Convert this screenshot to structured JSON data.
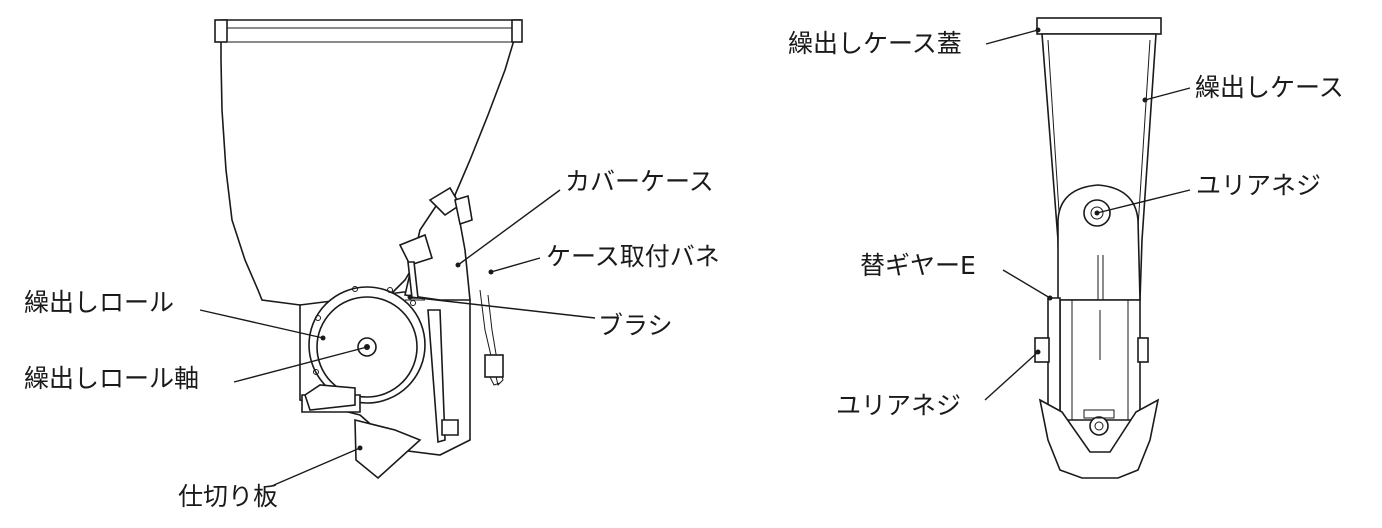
{
  "left_figure": {
    "labels": {
      "cover_case": "カバーケース",
      "case_spring": "ケース取付バネ",
      "feed_roll": "繰出しロール",
      "brush": "ブラシ",
      "feed_roll_shaft": "繰出しロール軸",
      "partition_plate": "仕切り板"
    }
  },
  "right_figure": {
    "labels": {
      "case_lid": "繰出しケース蓋",
      "feed_case": "繰出しケース",
      "urea_screw_top": "ユリアネジ",
      "change_gear": "替ギヤーE",
      "urea_screw_bottom": "ユリアネジ"
    }
  },
  "colors": {
    "line": "#1a1a1a",
    "background": "#ffffff"
  }
}
